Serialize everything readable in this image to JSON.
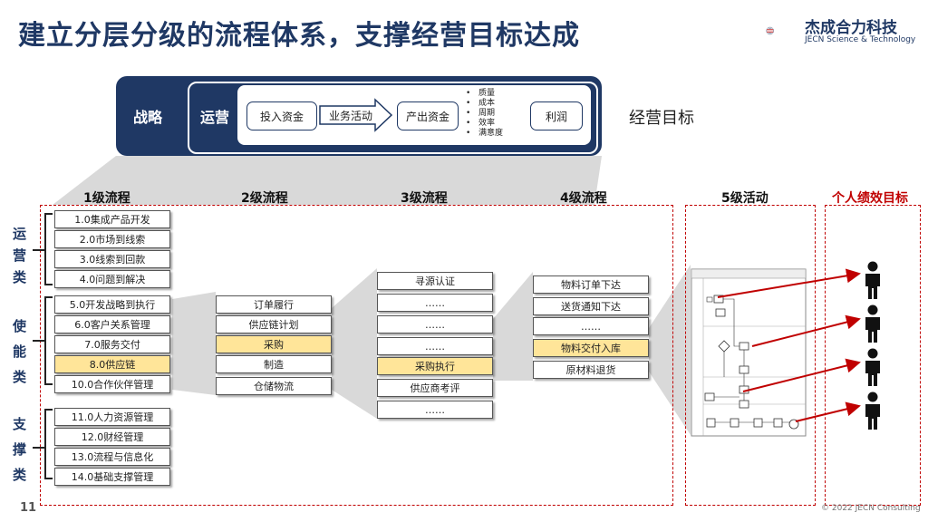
{
  "title": "建立分层分级的流程体系，支撑经营目标达成",
  "logo": {
    "name_cn": "杰成合力科技",
    "name_en": "JECN Science & Technology"
  },
  "top": {
    "strategy_label": "战略",
    "operations_label": "运营",
    "chain": [
      "投入资金",
      "业务活动",
      "产出资金",
      "利润"
    ],
    "goals": [
      "质量",
      "成本",
      "周期",
      "效率",
      "满意度"
    ],
    "business_goal_label": "经营目标"
  },
  "levels": {
    "l1": "1级流程",
    "l2": "2级流程",
    "l3": "3级流程",
    "l4": "4级流程",
    "l5": "5级活动",
    "personal": "个人绩效目标"
  },
  "categories": {
    "operation": [
      "运",
      "营",
      "类"
    ],
    "enable": [
      "使",
      "能",
      "类"
    ],
    "support": [
      "支",
      "撑",
      "类"
    ]
  },
  "l1_items": [
    "1.0集成产品开发",
    "2.0市场到线索",
    "3.0线索到回款",
    "4.0问题到解决",
    "5.0开发战略到执行",
    "6.0客户关系管理",
    "7.0服务交付",
    "8.0供应链",
    "10.0合作伙伴管理",
    "11.0人力资源管理",
    "12.0财经管理",
    "13.0流程与信息化",
    "14.0基础支撑管理"
  ],
  "l2_items": [
    "订单履行",
    "供应链计划",
    "采购",
    "制造",
    "仓储物流"
  ],
  "l3_items": [
    "寻源认证",
    "……",
    "……",
    "……",
    "采购执行",
    "供应商考评",
    "……"
  ],
  "l4_items": [
    "物料订单下达",
    "送货通知下达",
    "……",
    "物料交付入库",
    "原材料退货"
  ],
  "page_number": "11",
  "copyright": "© 2022 JECN Consulting",
  "colors": {
    "navy": "#1f3864",
    "red": "#c00000",
    "highlight": "#ffe599"
  }
}
